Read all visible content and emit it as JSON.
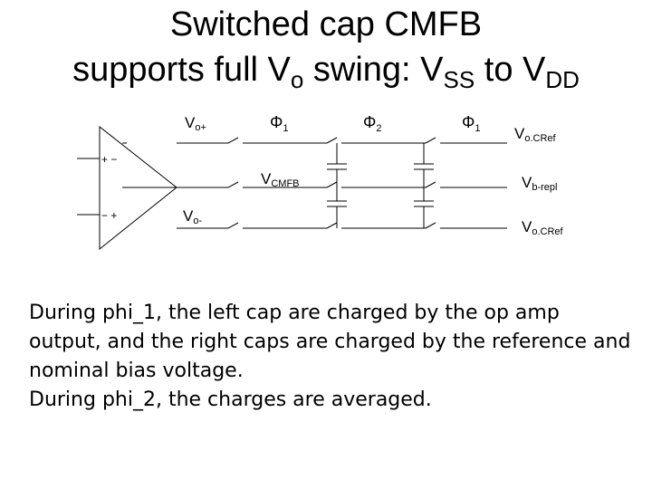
{
  "title": {
    "line1": "Switched cap CMFB",
    "line2_a": "supports full V",
    "line2_a_sub": "o",
    "line2_b": " swing: V",
    "line2_b_sub": "SS",
    "line2_c": " to V",
    "line2_c_sub": "DD"
  },
  "circuit": {
    "vo_plus": {
      "main": "V",
      "sub": "o+"
    },
    "vo_minus": {
      "main": "V",
      "sub": "o-"
    },
    "vcmfb": {
      "main": "V",
      "sub": "CMFB"
    },
    "phi1_left": {
      "main": "Φ",
      "sub": "1"
    },
    "phi2": {
      "main": "Φ",
      "sub": "2"
    },
    "phi1_right": {
      "main": "Φ",
      "sub": "1"
    },
    "vocref_top": {
      "main": "V",
      "sub": "o.CRef"
    },
    "vbrepl": {
      "main": "V",
      "sub": "b-repl"
    },
    "vocref_bottom": {
      "main": "V",
      "sub": "o.CRef"
    },
    "opamp_in_top": "+ −",
    "opamp_in_bottom": "− +"
  },
  "description": {
    "p1": "During phi_1, the left cap are charged by the op amp output, and the right caps are charged by the reference and nominal bias voltage.",
    "p2": "During phi_2, the charges are averaged."
  }
}
